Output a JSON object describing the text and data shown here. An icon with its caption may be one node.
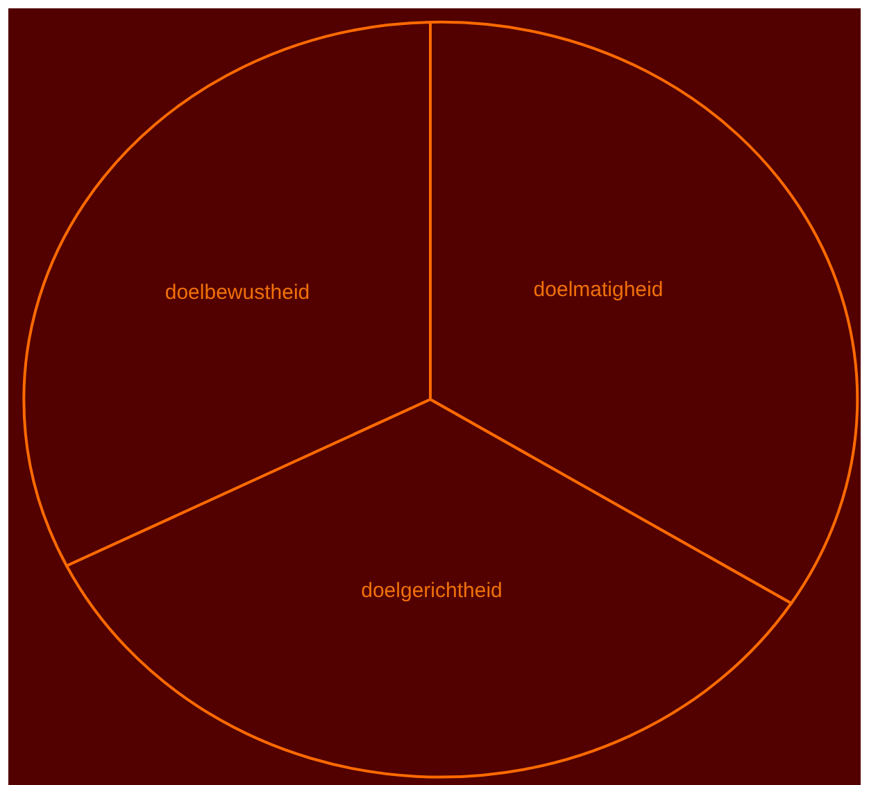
{
  "diagram": {
    "nodes": [
      {
        "text": [
          "doelbewustheid"
        ]
      },
      {
        "text": [
          "doelmatigheid"
        ]
      },
      {
        "text": [
          "doelgerichtheid"
        ]
      }
    ]
  }
}
